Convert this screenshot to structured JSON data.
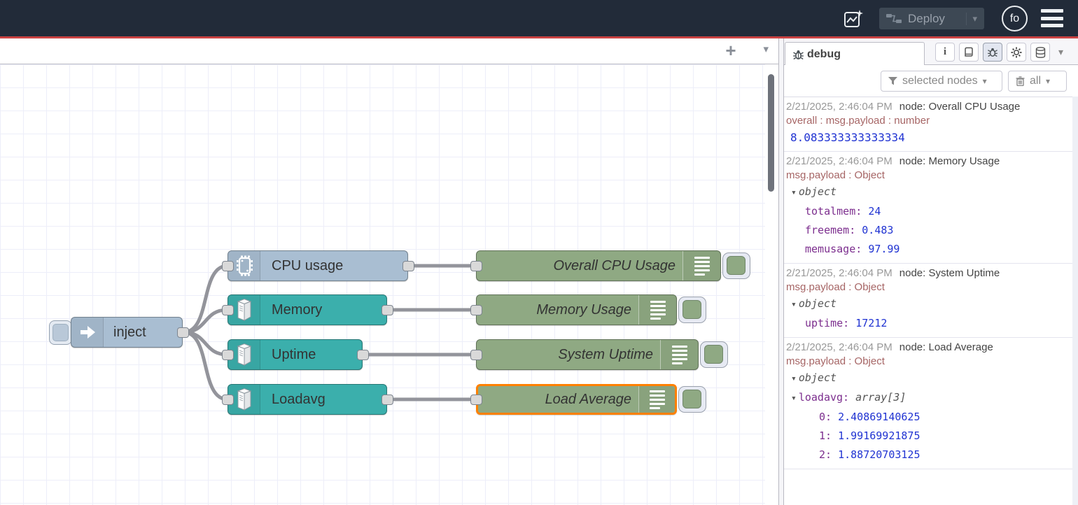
{
  "header": {
    "deploy_label": "Deploy",
    "avatar_initials": "fo"
  },
  "workspace": {
    "add_tab_label": "+"
  },
  "flow": {
    "inject_node": {
      "label": "inject"
    },
    "source_nodes": [
      {
        "label": "CPU usage"
      },
      {
        "label": "Memory"
      },
      {
        "label": "Uptime"
      },
      {
        "label": "Loadavg"
      }
    ],
    "debug_nodes": [
      {
        "label": "Overall CPU Usage"
      },
      {
        "label": "Memory Usage"
      },
      {
        "label": "System Uptime"
      },
      {
        "label": "Load Average"
      }
    ],
    "colors": {
      "inject_blue": "#a9bed2",
      "system_teal": "#3bafac",
      "debug_green": "#8fa983",
      "selection_orange": "#ff8000",
      "wire_gray": "#93949b"
    }
  },
  "sidebar": {
    "tab_label": "debug",
    "filter_label": "selected nodes",
    "clear_label": "all",
    "messages": [
      {
        "timestamp": "2/21/2025, 2:46:04 PM",
        "node": "node: Overall CPU Usage",
        "property": "overall : msg.payload : number",
        "value": "8.083333333333334"
      },
      {
        "timestamp": "2/21/2025, 2:46:04 PM",
        "node": "node: Memory Usage",
        "property": "msg.payload : Object",
        "root": "object",
        "rows": [
          {
            "k": "totalmem:",
            "v": "24"
          },
          {
            "k": "freemem:",
            "v": "0.483"
          },
          {
            "k": "memusage:",
            "v": "97.99"
          }
        ]
      },
      {
        "timestamp": "2/21/2025, 2:46:04 PM",
        "node": "node: System Uptime",
        "property": "msg.payload : Object",
        "root": "object",
        "rows": [
          {
            "k": "uptime:",
            "v": "17212"
          }
        ]
      },
      {
        "timestamp": "2/21/2025, 2:46:04 PM",
        "node": "node: Load Average",
        "property": "msg.payload : Object",
        "root": "object",
        "array_key": "loadavg:",
        "array_type": "array[3]",
        "items": [
          {
            "k": "0:",
            "v": "2.40869140625"
          },
          {
            "k": "1:",
            "v": "1.99169921875"
          },
          {
            "k": "2:",
            "v": "1.88720703125"
          }
        ]
      }
    ]
  }
}
